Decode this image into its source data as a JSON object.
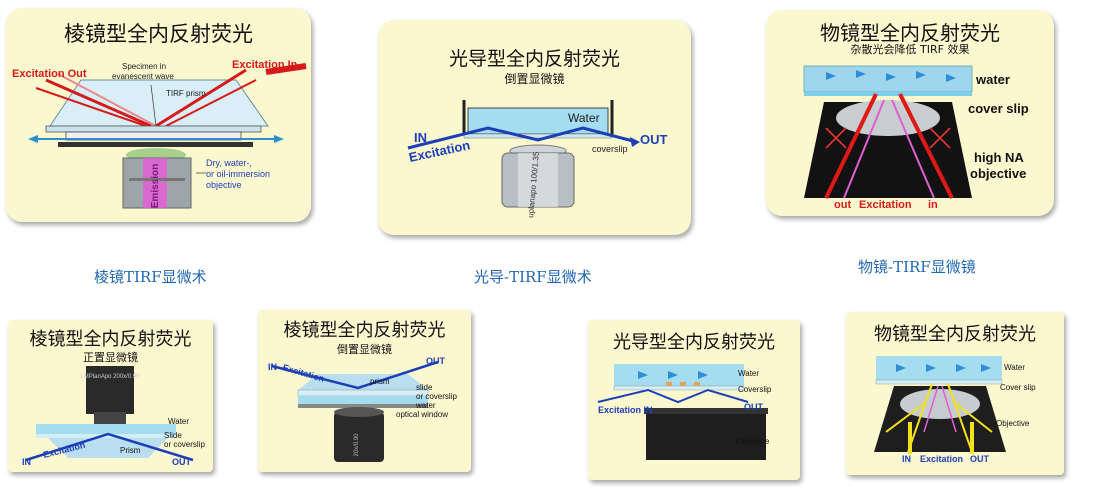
{
  "panels": {
    "p1": {
      "title": "棱镜型全内反射荧光",
      "excitation_out": "Excitation Out",
      "excitation_in": "Excitation In",
      "specimen": "Specimen in",
      "evanescent": "evanescent wave",
      "prism": "TIRF prism",
      "emission": "Emission",
      "obj1": "Dry, water-,",
      "obj2": "or oil-immersion",
      "obj3": "objective"
    },
    "p2": {
      "title": "光导型全内反射荧光",
      "subtitle": "倒置显微镜",
      "water": "Water",
      "in": "IN",
      "excitation": "Excitation",
      "out": "OUT",
      "coverslip": "coverslip",
      "lens_text": "uplanapo 100/1.35"
    },
    "p3": {
      "title": "物镜型全内反射荧光",
      "subtitle": "杂散光会降低 TIRF 效果",
      "water": "water",
      "coverslip": "cover slip",
      "objective1": "high NA",
      "objective2": "objective",
      "out": "out",
      "excitation": "Excitation",
      "in": "in"
    },
    "p4": {
      "title": "棱镜型全内反射荧光",
      "subtitle": "正置显微镜",
      "lens_text": "LMPlanApo 200x/0.90",
      "water": "Water",
      "slide1": "Slide",
      "slide2": "or coverslip",
      "prism": "Prism",
      "in": "IN",
      "excitation": "Excitation",
      "out": "OUT"
    },
    "p5": {
      "title": "棱镜型全内反射荧光",
      "subtitle": "倒置显微镜",
      "in": "IN",
      "excitation": "Excitation",
      "out": "OUT",
      "prism": "prism",
      "slide1": "slide",
      "slide2": "or coverslip",
      "water": "water",
      "window": "optical window",
      "lens_text": "20x/0.90"
    },
    "p6": {
      "title": "光导型全内反射荧光",
      "water": "Water",
      "coverslip": "Coverslip",
      "excitation_in": "Excitation IN",
      "out": "OUT",
      "objective": "Objective"
    },
    "p7": {
      "title": "物镜型全内反射荧光",
      "water": "Water",
      "coverslip": "Cover slip",
      "objective": "Objective",
      "in": "IN",
      "excitation": "Excitation",
      "out": "OUT"
    }
  },
  "captions": {
    "c1": "棱镜TIRF显微术",
    "c2": "光导-TIRF显微术",
    "c3": "物镜-TIRF显微镜"
  },
  "colors": {
    "card": "#fbf8cf",
    "caption": "#1f67b6",
    "beam_red": "#d61a1a",
    "beam_blue": "#1c3fb7",
    "water": "#9fd6ee"
  }
}
